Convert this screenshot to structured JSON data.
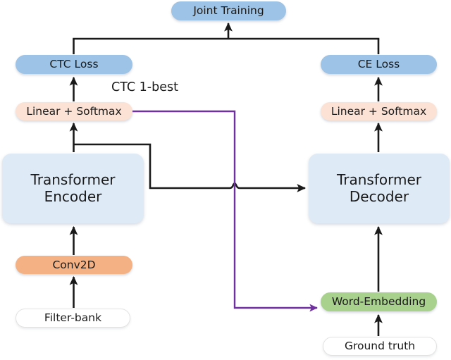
{
  "diagram": {
    "title": "Joint CTC/Attention Transformer ASR training architecture",
    "colors": {
      "loss_blue": "#9DC3E6",
      "transformer_blue": "#DEEAF6",
      "linear_peach": "#FBE2D5",
      "conv_orange": "#F4B183",
      "embedding_green": "#A9D18E",
      "input_white": "#FFFFFF",
      "edge_black": "#1A1A1A",
      "edge_purple": "#7030A0"
    },
    "nodes": {
      "joint_training": {
        "label": "Joint Training"
      },
      "ctc_loss": {
        "label": "CTC Loss"
      },
      "ce_loss": {
        "label": "CE Loss"
      },
      "linear_softmax_left": {
        "label": "Linear + Softmax"
      },
      "linear_softmax_right": {
        "label": "Linear + Softmax"
      },
      "transformer_encoder": {
        "label": "Transformer\nEncoder"
      },
      "transformer_decoder": {
        "label": "Transformer\nDecoder"
      },
      "conv2d": {
        "label": "Conv2D"
      },
      "filter_bank": {
        "label": "Filter-bank"
      },
      "word_embedding": {
        "label": "Word-Embedding"
      },
      "ground_truth": {
        "label": "Ground truth"
      }
    },
    "edge_labels": {
      "ctc_one_best": "CTC 1-best"
    }
  }
}
